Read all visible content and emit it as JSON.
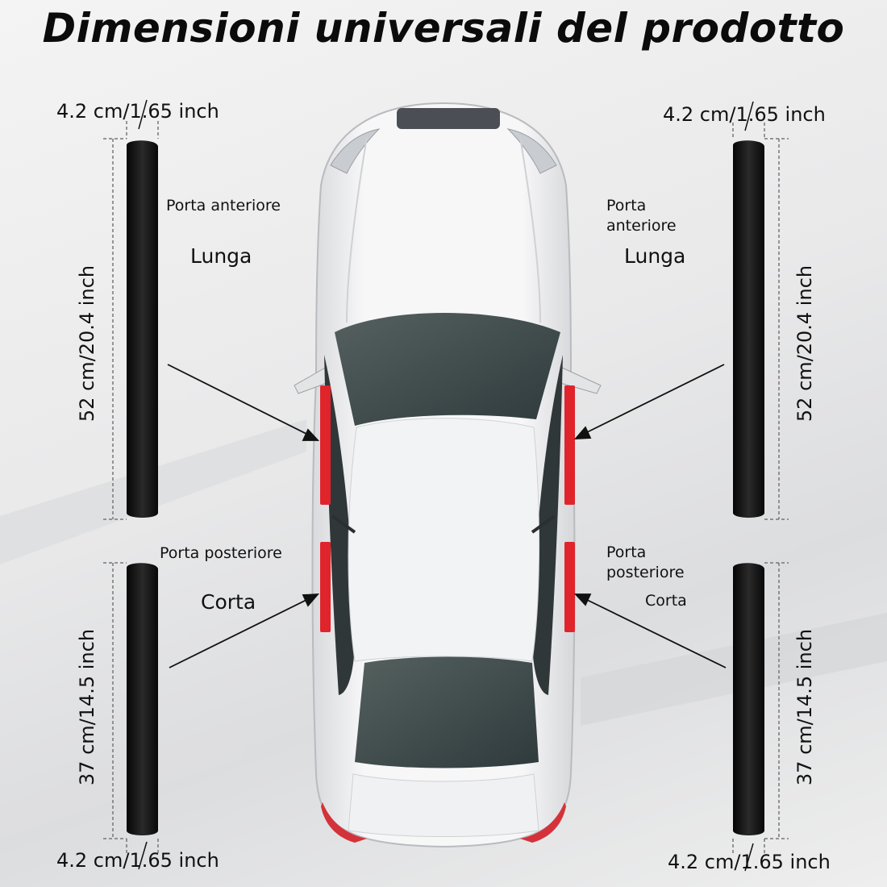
{
  "title": "Dimensioni universali del prodotto",
  "labels": {
    "width_top_left": "4.2 cm/1.65 inch",
    "width_top_right": "4.2 cm/1.65 inch",
    "width_bottom_left": "4.2 cm/1.65 inch",
    "width_bottom_right": "4.2 cm/1.65 inch",
    "length_long_left": "52 cm/20.4 inch",
    "length_long_right": "52 cm/20.4 inch",
    "length_short_left": "37 cm/14.5 inch",
    "length_short_right": "37 cm/14.5 inch",
    "front_door_left": "Porta anteriore",
    "front_door_right_line1": "Porta",
    "front_door_right_line2": "anteriore",
    "long_left": "Lunga",
    "long_right": "Lunga",
    "rear_door_left": "Porta posteriore",
    "rear_door_right_line1": "Porta",
    "rear_door_right_line2": "posteriore",
    "short_left": "Corta",
    "short_right": "Corta"
  },
  "colors": {
    "guard": "#111111",
    "car_body": "#f4f5f7",
    "glass": "#3e4a4d",
    "red_strip": "#e0242c",
    "rear_light": "#d4323a"
  }
}
